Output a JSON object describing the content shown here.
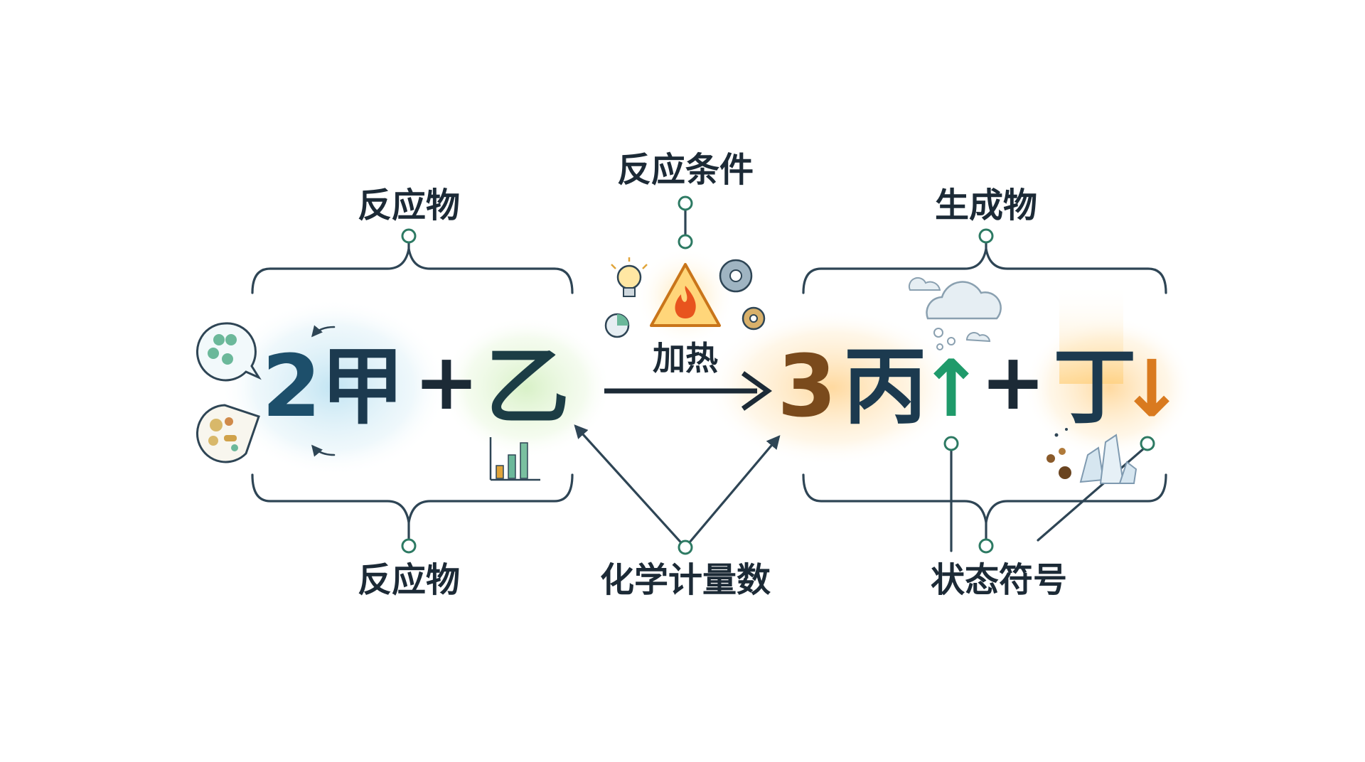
{
  "labels": {
    "reactants_top": "反应物",
    "reactants_bottom": "反应物",
    "condition_title": "反应条件",
    "products_top": "生成物",
    "coefficient": "化学计量数",
    "state_symbol": "状态符号"
  },
  "equation": {
    "coef1": "2",
    "reactant1": "甲",
    "plus1": "+",
    "reactant2": "乙",
    "condition": "加热",
    "coef2": "3",
    "product1": "丙",
    "gas_arrow": "↑",
    "plus2": "+",
    "product2": "丁",
    "precip_arrow": "↓"
  },
  "colors": {
    "ink": "#1c2a36",
    "line": "#2e4555",
    "node": "#2d7a63",
    "reactant_glow": "#bfe3f2",
    "reactant2_glow": "#d6f0c4",
    "product_glow": "#ffd79a",
    "gas_green": "#1f9a6a",
    "precip_orange": "#d97a1f",
    "coef_brown": "#7a4a1c"
  },
  "icons": [
    "particle-bubble-icon",
    "mixture-bubble-icon",
    "bar-chart-icon",
    "lightbulb-icon",
    "flame-warning-icon",
    "gear-icon",
    "pie-chart-icon",
    "cloud-icon",
    "sediment-icon",
    "crystal-icon"
  ]
}
